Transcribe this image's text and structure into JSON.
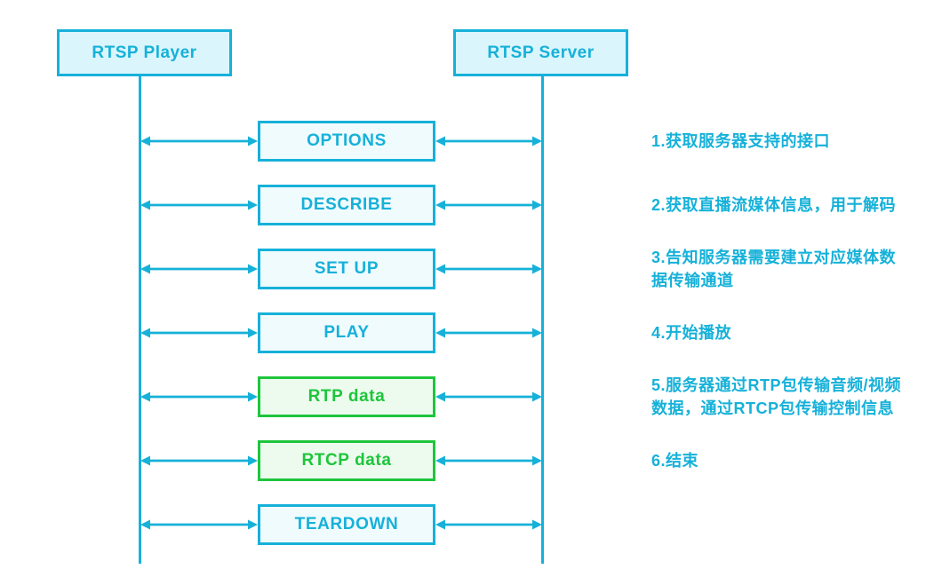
{
  "diagram": {
    "type": "sequence-diagram",
    "actors": [
      {
        "label": "RTSP Player"
      },
      {
        "label": "RTSP Server"
      }
    ],
    "rows": [
      {
        "label": "OPTIONS",
        "variant": "cyan",
        "note": "1.获取服务器支持的接口"
      },
      {
        "label": "DESCRIBE",
        "variant": "cyan",
        "note": "2.获取直播流媒体信息，用于解码"
      },
      {
        "label": "SET UP",
        "variant": "cyan",
        "note": "3.告知服务器需要建立对应媒体数\n据传输通道"
      },
      {
        "label": "PLAY",
        "variant": "cyan",
        "note": "4.开始播放"
      },
      {
        "label": "RTP data",
        "variant": "green",
        "note": "5.服务器通过RTP包传输音频/视频\n数据，通过RTCP包传输控制信息"
      },
      {
        "label": "RTCP data",
        "variant": "green",
        "note": "6.结束"
      },
      {
        "label": "TEARDOWN",
        "variant": "cyan",
        "note": ""
      }
    ],
    "colors": {
      "cyan": "#16b1d9",
      "cyan_fill": "#f0fbfe",
      "actor_fill": "#daf5fc",
      "green": "#1ec53c",
      "green_fill": "#edfbee",
      "background": "#ffffff"
    }
  }
}
